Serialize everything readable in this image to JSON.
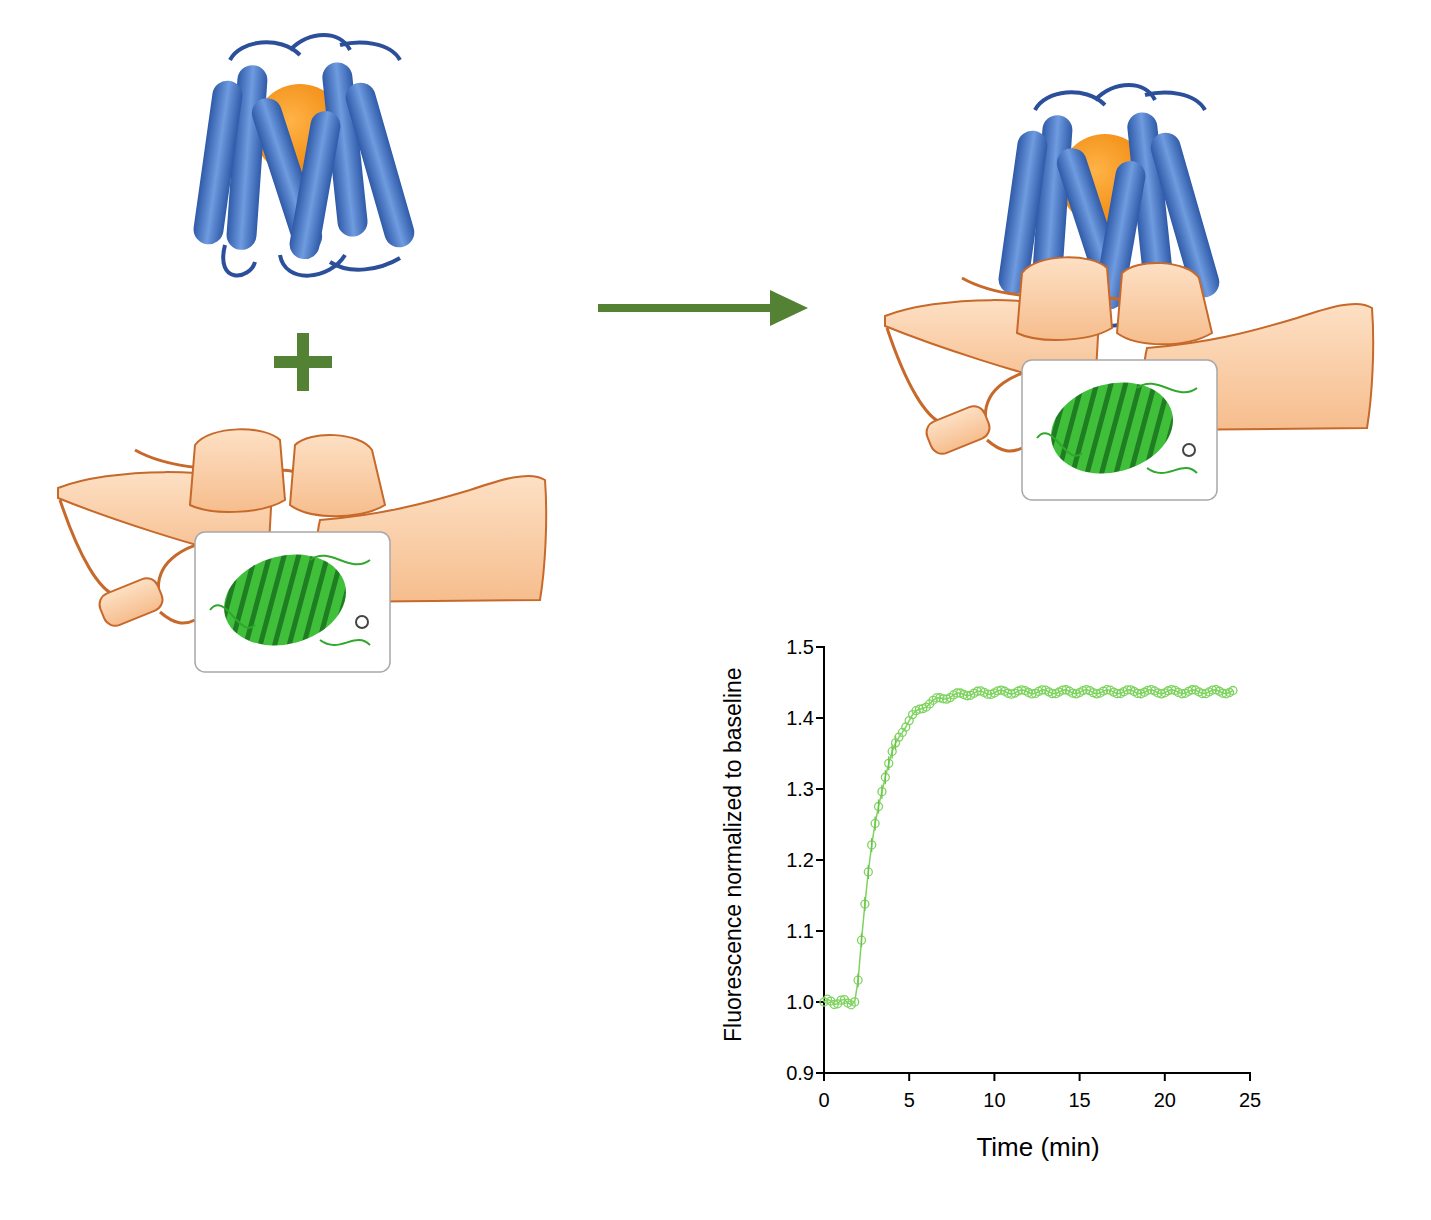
{
  "diagram": {
    "labels": [
      "1.5",
      "1.4",
      "1.3",
      "1.2",
      "1.1",
      "1.0",
      "0.9",
      "0",
      "5",
      "10",
      "15",
      "20",
      "25",
      "Fluorescence normalized to baseline",
      "Time (min)"
    ]
  }
}
